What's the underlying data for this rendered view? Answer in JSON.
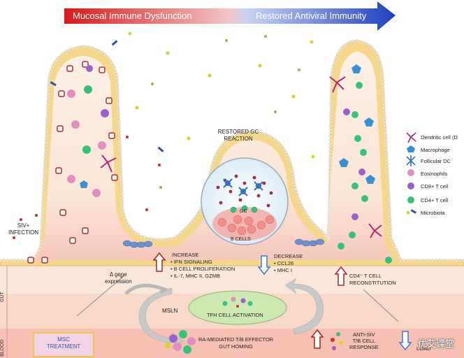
{
  "banner": {
    "left_text": "Mucosal Immune Dysfunction",
    "right_text": "Restored Antiviral Immunity",
    "color_left": "#d7191c",
    "color_right": "#1f3fbf"
  },
  "labels": {
    "restored_gc": [
      "RESTORED GC",
      "REACTION"
    ],
    "siv_infection": [
      "SIV+",
      "INFECTION"
    ],
    "gc": "GC",
    "b_cells": "B CELLS",
    "delta_gene": [
      "Δ gene",
      "expression"
    ],
    "increase_title": "INCREASE",
    "increase_items": [
      "IFN SIGNALING",
      "B CELL PROLIFERATION",
      "IL-7, MHC II, GZMB"
    ],
    "decrease_title": "DECREASE",
    "decrease_items": [
      "CCL26",
      "MHC I"
    ],
    "cd4_recon": [
      "CD4⁺ T CELL",
      "RECONSTITUTION"
    ],
    "msln": "MSLN",
    "tfh": "TFH CELL ACTIVATION",
    "msc_treatment": [
      "MSC",
      "TREATMENT"
    ],
    "ra_mediated": [
      "RA-MEDIATED T/B EFFECTOR",
      "GUT HOMING"
    ],
    "anti_siv": [
      "ANTI-SIV",
      "T/B CELL",
      "RESPONSE"
    ],
    "load": "LOAD",
    "side_gut": "GUT",
    "side_blood": "BLOOD"
  },
  "legend": [
    {
      "name": "Dendritic cell (D",
      "icon": "dendritic-cell-icon",
      "color": "#b0287a"
    },
    {
      "name": "Macrophage",
      "icon": "macrophage-icon",
      "color": "#3a8fd0"
    },
    {
      "name": "Follicular DC",
      "icon": "follicular-dc-icon",
      "color": "#3a6fc0"
    },
    {
      "name": "Eosinophils",
      "icon": "eosinophil-icon",
      "color": "#e08fc0"
    },
    {
      "name": "CD8+ T cell",
      "icon": "cd8-t-cell-icon",
      "color": "#9a62c8"
    },
    {
      "name": "CD4+ T cell",
      "icon": "cd4-t-cell-icon",
      "color": "#36c27a"
    },
    {
      "name": "Microbiota",
      "icon": "microbiota-icon",
      "color": "#d9d22e"
    }
  ],
  "watermark": "优艾课堂"
}
